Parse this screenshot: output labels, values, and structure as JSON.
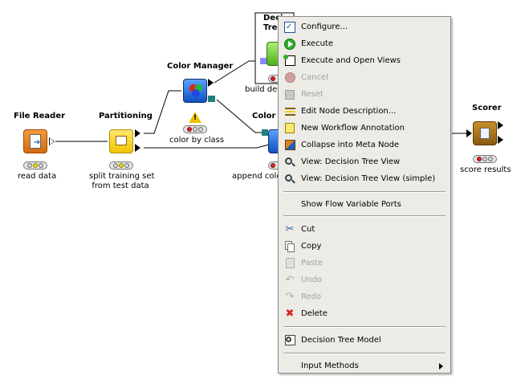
{
  "workflow": {
    "nodes": [
      {
        "id": "file-reader",
        "title": "File Reader",
        "labels": [
          "read data"
        ]
      },
      {
        "id": "partitioning",
        "title": "Partitioning",
        "labels": [
          "split training set",
          "from test data"
        ]
      },
      {
        "id": "color-manager",
        "title": "Color Manager",
        "labels": [
          "color by class"
        ]
      },
      {
        "id": "decision-tree-learner",
        "title_lines": [
          "Deci",
          "Tree L"
        ],
        "labels": [
          "build dec"
        ]
      },
      {
        "id": "color-appender",
        "title": "Color A",
        "labels": [
          "append colo"
        ]
      },
      {
        "id": "scorer",
        "title": "Scorer",
        "labels": [
          "score results"
        ]
      }
    ],
    "status_colors": {
      "red": "#e02020",
      "yellow": "#f0d020",
      "inactive": "#d8d8d8"
    }
  },
  "context_menu": {
    "items": [
      {
        "key": "configure",
        "label": "Configure...",
        "icon": "configure-icon",
        "enabled": true
      },
      {
        "key": "execute",
        "label": "Execute",
        "icon": "execute-icon",
        "enabled": true
      },
      {
        "key": "execute-open",
        "label": "Execute and Open Views",
        "icon": "execute-open-views-icon",
        "enabled": true
      },
      {
        "key": "cancel",
        "label": "Cancel",
        "icon": "cancel-icon",
        "enabled": false
      },
      {
        "key": "reset",
        "label": "Reset",
        "icon": "reset-icon",
        "enabled": false
      },
      {
        "key": "edit-desc",
        "label": "Edit Node Description...",
        "icon": "edit-description-icon",
        "enabled": true
      },
      {
        "key": "new-annotation",
        "label": "New Workflow Annotation",
        "icon": "annotation-icon",
        "enabled": true
      },
      {
        "key": "collapse",
        "label": "Collapse into Meta Node",
        "icon": "collapse-metanode-icon",
        "enabled": true
      },
      {
        "key": "view-dt",
        "label": "View: Decision Tree View",
        "icon": "magnifier-icon",
        "enabled": true
      },
      {
        "key": "view-dt-simple",
        "label": "View: Decision Tree View (simple)",
        "icon": "magnifier-icon",
        "enabled": true
      },
      {
        "key": "flow-vars",
        "label": "Show Flow Variable Ports",
        "enabled": true
      },
      {
        "key": "cut",
        "label": "Cut",
        "icon": "scissors-icon",
        "enabled": true
      },
      {
        "key": "copy",
        "label": "Copy",
        "icon": "copy-icon",
        "enabled": true
      },
      {
        "key": "paste",
        "label": "Paste",
        "icon": "paste-icon",
        "enabled": false
      },
      {
        "key": "undo",
        "label": "Undo",
        "icon": "undo-icon",
        "enabled": false
      },
      {
        "key": "redo",
        "label": "Redo",
        "icon": "redo-icon",
        "enabled": false
      },
      {
        "key": "delete",
        "label": "Delete",
        "icon": "delete-icon",
        "enabled": true
      },
      {
        "key": "dt-model",
        "label": "Decision Tree Model",
        "icon": "model-view-icon",
        "enabled": true
      },
      {
        "key": "input-methods",
        "label": "Input Methods",
        "icon": "submenu-arrow-icon",
        "enabled": true
      }
    ]
  }
}
